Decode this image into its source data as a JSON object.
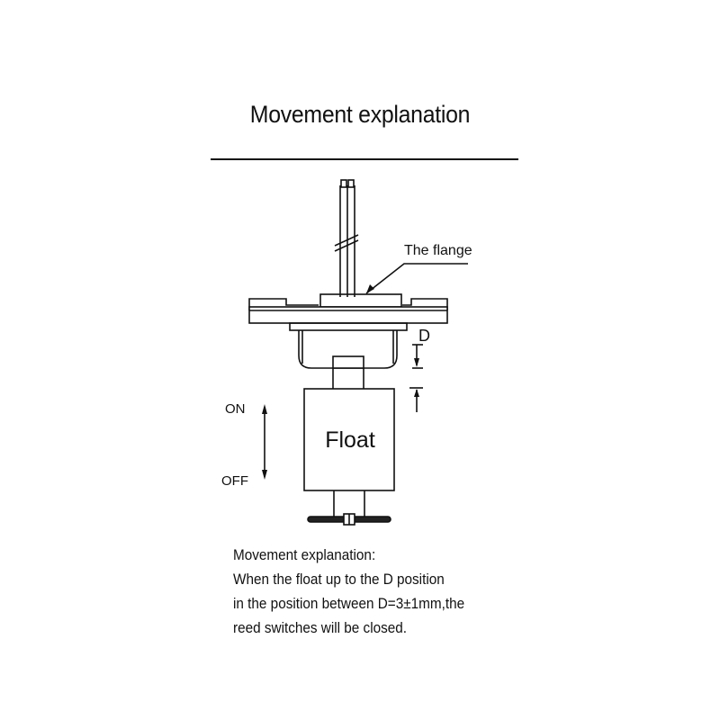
{
  "title": "Movement explanation",
  "labels": {
    "flange": "The flange",
    "d": "D",
    "on": "ON",
    "off": "OFF",
    "float": "Float"
  },
  "description": {
    "lines": [
      "Movement explanation:",
      "When the float up to the D position",
      "in the position between D=3±1mm,the",
      "reed switches will be closed."
    ]
  }
}
